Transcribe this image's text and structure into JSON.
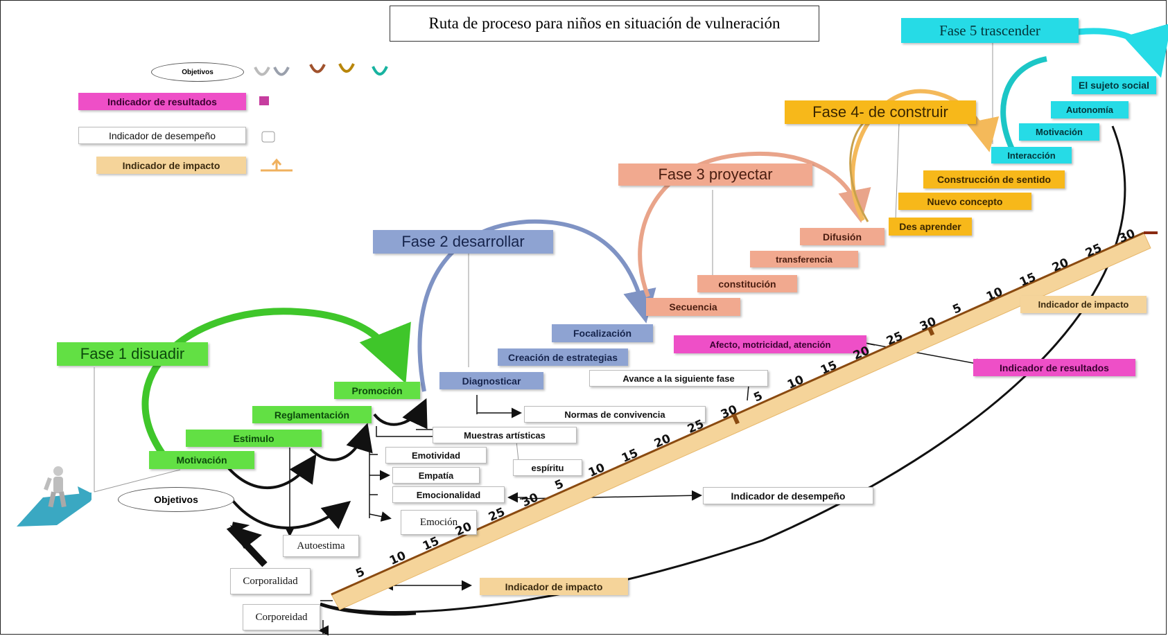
{
  "title": "Ruta de proceso para  niños en situación de vulneración",
  "colors": {
    "green": "#62e044",
    "blue": "#8ea3d2",
    "peach": "#f1a98f",
    "orange": "#f7b81a",
    "cyan": "#26dbe6",
    "magenta": "#ee4fc7",
    "tan": "#f5d49a",
    "ramp_fill": "#f5d49a",
    "ramp_edge": "#8a4a10"
  },
  "legend": {
    "objetivos": "Objetivos",
    "indicador_resultados": "Indicador de resultados",
    "indicador_desempeno": "Indicador de desempeño",
    "indicador_impacto": "Indicador de impacto"
  },
  "phases": {
    "fase1": "Fase 1 disuadir",
    "fase2": "Fase 2 desarrollar",
    "fase3": "Fase 3 proyectar",
    "fase4": "Fase 4- de construir",
    "fase5": "Fase 5 trascender"
  },
  "fase1_steps": {
    "motivacion": "Motivación",
    "estimulo": "Estimulo",
    "reglamentacion": "Reglamentación",
    "promocion": "Promoción"
  },
  "fase2_steps": {
    "diagnosticar": "Diagnosticar",
    "creacion": "Creación de estrategias",
    "focalizacion": "Focalización"
  },
  "fase3_steps": {
    "secuencia": "Secuencia",
    "constitucion": "constitución",
    "transferencia": "transferencia",
    "difusion": "Difusión"
  },
  "fase4_steps": {
    "des_aprender": "Des aprender",
    "nuevo_concepto": "Nuevo concepto",
    "construccion": "Construcción  de sentido"
  },
  "fase5_steps": {
    "interaccion": "Interacción",
    "motivacion": "Motivación",
    "autonomia": "Autonomía",
    "sujeto_social": "El sujeto social"
  },
  "branch_items": {
    "objetivos": "Objetivos",
    "autoestima": "Autoestima",
    "corporalidad": "Corporalidad",
    "corporeidad": "Corporeidad",
    "emotividad": "Emotividad",
    "empatia": "Empatía",
    "emocionalidad": "Emocionalidad",
    "emocion": "Emoción",
    "espiritu": "espíritu",
    "muestras": "Muestras artísticas",
    "normas": "Normas de convivencia",
    "avance": "Avance a la siguiente fase"
  },
  "indicators": {
    "impacto_bottom": "Indicador de impacto",
    "desempeno_mid": "Indicador de desempeño",
    "resultados_mid": "Afecto, motricidad, atención",
    "resultados_right": "Indicador de  resultados",
    "impacto_right": "Indicador de impacto"
  },
  "ramp_ticks": [
    "5",
    "10",
    "15",
    "20",
    "25",
    "30"
  ]
}
